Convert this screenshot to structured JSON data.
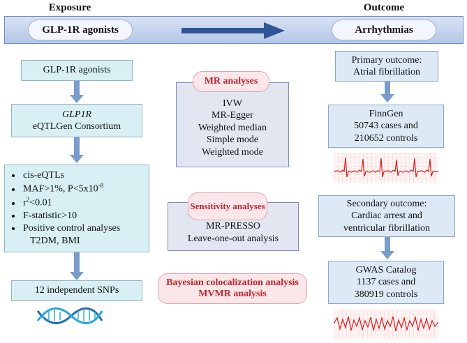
{
  "headers": {
    "exposure": "Exposure",
    "outcome": "Outcome"
  },
  "band": {
    "left_pill": "GLP-1R agonists",
    "right_pill": "Arrhythmias"
  },
  "left": {
    "box1": "GLP-1R agonists",
    "box2_gene": "GLP1R",
    "box2_source": "eQTLGen Consortium",
    "criteria": [
      "cis-eQTLs",
      "MAF>1%, P<5x10",
      "r",
      "F-statistic>10",
      "Positive control analyses"
    ],
    "criteria_exp": "-8",
    "r2_sup": "2",
    "r2_rest": "<0.01",
    "criteria_sub": "T2DM, BMI",
    "box4": "12 independent SNPs"
  },
  "middle": {
    "mr_title": "MR analyses",
    "mr_methods": [
      "IVW",
      "MR-Egger",
      "Weighted median",
      "Simple mode",
      "Weighted mode"
    ],
    "sens_title": "Sensitivity analyses",
    "sens_methods": [
      "MR-PRESSO",
      "Leave-one-out analysis"
    ],
    "extra_line1": "Bayesian colocalization analysis",
    "extra_line2": "MVMR analysis"
  },
  "right": {
    "primary_line1": "Primary outcome:",
    "primary_line2": "Atrial fibrillation",
    "finngen_lines": [
      "FinnGen",
      "50743 cases and",
      "210652 controls"
    ],
    "secondary_lines": [
      "Secondary outcome:",
      "Cardiac arrest and",
      "ventricular fibrillation"
    ],
    "gwas_lines": [
      "GWAS Catalog",
      "1137 cases and",
      "380919 controls"
    ]
  },
  "colors": {
    "accent_red": "#c0262e",
    "arrow_blue": "#7a9cca",
    "band_blue": "#b4c7e7"
  },
  "icons": [
    "dna-icon",
    "ecg-trace-af",
    "ecg-trace-vf"
  ]
}
